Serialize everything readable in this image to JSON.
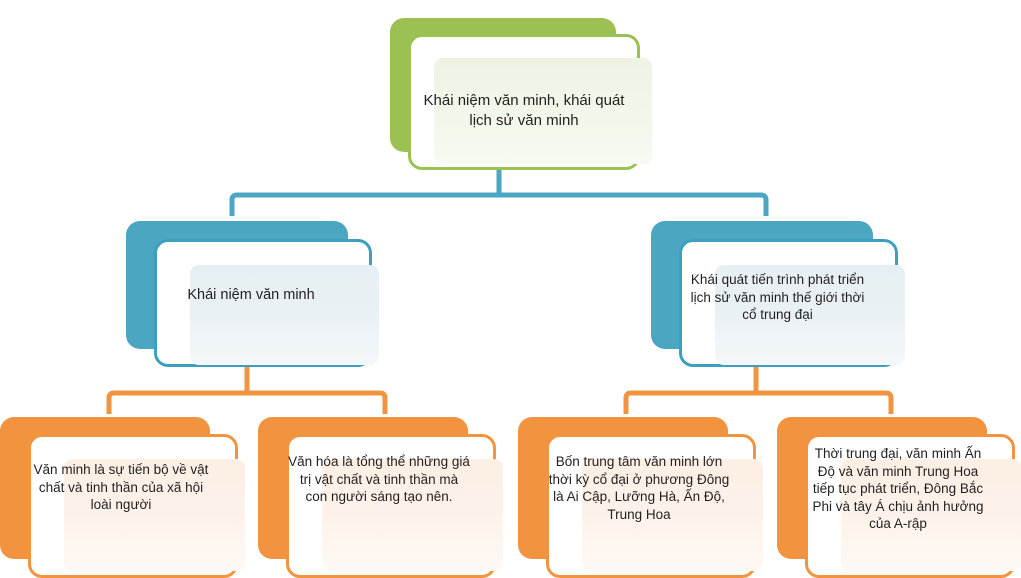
{
  "diagram": {
    "type": "hierarchy-tree",
    "title_node": {
      "id": "root",
      "text": "Khái niệm văn minh, khái quát lịch sử văn minh",
      "color": "#9BC152"
    },
    "level2": [
      {
        "id": "branch-left",
        "text": "Khái niệm văn minh",
        "color": "#4BA6C2"
      },
      {
        "id": "branch-right",
        "text": "Khái quát tiến trình phát triển lịch sử văn minh thế giới thời cổ trung đại",
        "color": "#4BA6C2"
      }
    ],
    "level3": [
      {
        "id": "leaf-1",
        "parent": "branch-left",
        "text": "Văn minh là sự tiến bộ về vật chất và tinh thần của xã hội loài người",
        "color": "#F2943F"
      },
      {
        "id": "leaf-2",
        "parent": "branch-left",
        "text": "Văn hóa là tổng thể những giá trị vật chất và tinh thần mà con người sáng tạo nên.",
        "color": "#F2943F"
      },
      {
        "id": "leaf-3",
        "parent": "branch-right",
        "text": "Bốn trung tâm văn minh lớn thời kỳ cổ đại ở phương Đông là Ai Cập, Lưỡng Hà, Ấn Độ, Trung Hoa",
        "color": "#F2943F"
      },
      {
        "id": "leaf-4",
        "parent": "branch-right",
        "text": "Thời trung đại, văn minh Ấn Độ và văn minh Trung Hoa tiếp tục phát triển, Đông Bắc Phi và tây Á chịu ảnh hưởng của A-rập",
        "color": "#F2943F"
      }
    ],
    "connector_colors": {
      "root_to_level2": "#4BA6C2",
      "level2_to_level3": "#F2943F"
    }
  }
}
